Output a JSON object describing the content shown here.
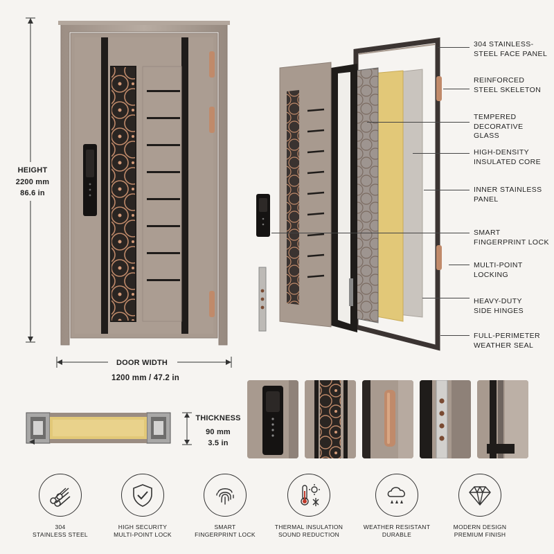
{
  "dimensions": {
    "height_label": "HEIGHT",
    "height_mm": "2200 mm",
    "height_in": "86.6 in",
    "width_label": "DOOR WIDTH",
    "width_value": "1200 mm / 47.2 in",
    "thickness_label": "THICKNESS",
    "thickness_mm": "90 mm",
    "thickness_in": "3.5 in"
  },
  "callouts": [
    {
      "line1": "304 STAINLESS-",
      "line2": "STEEL FACE PANEL"
    },
    {
      "line1": "REINFORCED",
      "line2": "STEEL SKELETON"
    },
    {
      "line1": "TEMPERED",
      "line2": "DECORATIVE GLASS"
    },
    {
      "line1": "HIGH-DENSITY",
      "line2": "INSULATED CORE"
    },
    {
      "line1": "INNER STAINLESS",
      "line2": "PANEL"
    },
    {
      "line1": "SMART",
      "line2": "FINGERPRINT LOCK"
    },
    {
      "line1": "MULTI-POINT",
      "line2": "LOCKING"
    },
    {
      "line1": "HEAVY-DUTY",
      "line2": "SIDE HINGES"
    },
    {
      "line1": "FULL-PERIMETER",
      "line2": "WEATHER SEAL"
    }
  ],
  "features": [
    {
      "icon": "steel-pipes-icon",
      "line1": "304",
      "line2": "STAINLESS STEEL"
    },
    {
      "icon": "shield-check-icon",
      "line1": "HIGH SECURITY",
      "line2": "MULTI-POINT LOCK"
    },
    {
      "icon": "fingerprint-icon",
      "line1": "SMART",
      "line2": "FINGERPRINT LOCK"
    },
    {
      "icon": "thermometer-icon",
      "line1": "THERMAL INSULATION",
      "line2": "SOUND REDUCTION"
    },
    {
      "icon": "rain-cloud-icon",
      "line1": "WEATHER RESISTANT",
      "line2": "DURABLE"
    },
    {
      "icon": "diamond-icon",
      "line1": "MODERN DESIGN",
      "line2": "PREMIUM FINISH"
    }
  ],
  "colors": {
    "background": "#f6f4f1",
    "door_taupe": "#a89a8f",
    "door_dark": "#1f1c1a",
    "copper": "#c08a6a",
    "core_gold": "#e2c878",
    "inner_panel": "#c9c4be"
  }
}
